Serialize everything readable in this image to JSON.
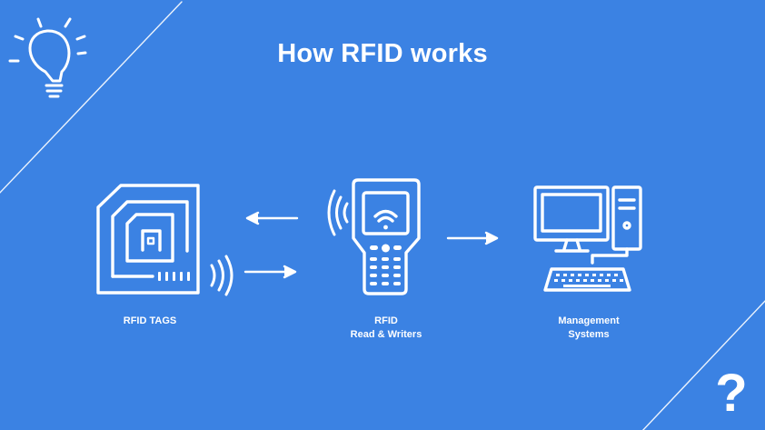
{
  "slide": {
    "title": "How RFID works",
    "background_color": "#3b82e3",
    "foreground_color": "#ffffff"
  },
  "components": [
    {
      "id": "tags",
      "lines": [
        "RFID TAGS"
      ],
      "icon": "rfid-tag-icon"
    },
    {
      "id": "reader",
      "lines": [
        "RFID",
        "Read & Writers"
      ],
      "icon": "handheld-reader-icon"
    },
    {
      "id": "management",
      "lines": [
        "Management",
        "Systems"
      ],
      "icon": "desktop-computer-icon"
    }
  ],
  "corner_icons": {
    "top_left": "lightbulb-icon",
    "bottom_right": "question-mark-icon"
  },
  "question_mark": "?"
}
